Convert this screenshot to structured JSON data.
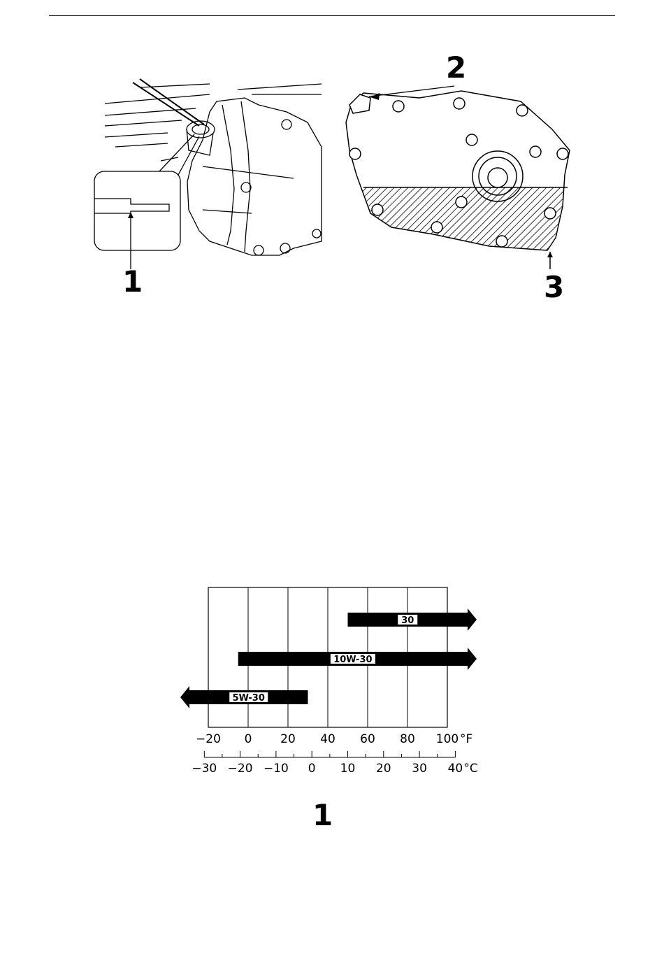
{
  "figure_top": {
    "callouts": [
      "1",
      "2",
      "3"
    ]
  },
  "figure_bottom": {
    "caption": "1",
    "chart_data": {
      "type": "bar",
      "orientation": "horizontal",
      "fahrenheit_ticks": [
        "−20",
        "0",
        "20",
        "40",
        "60",
        "80",
        "100"
      ],
      "fahrenheit_unit": "°F",
      "celsius_ticks": [
        "−30",
        "−20",
        "−10",
        "0",
        "10",
        "20",
        "30",
        "40"
      ],
      "celsius_unit": "°C",
      "xlim_f": [
        -20,
        100
      ],
      "series": [
        {
          "name": "30",
          "from_f": 50,
          "to_f": 100,
          "open_end": "right"
        },
        {
          "name": "10W-30",
          "from_f": -5,
          "to_f": 100,
          "open_end": "right"
        },
        {
          "name": "5W-30",
          "from_f": -20,
          "to_f": 30,
          "open_end": "left"
        }
      ],
      "grid": true
    }
  }
}
